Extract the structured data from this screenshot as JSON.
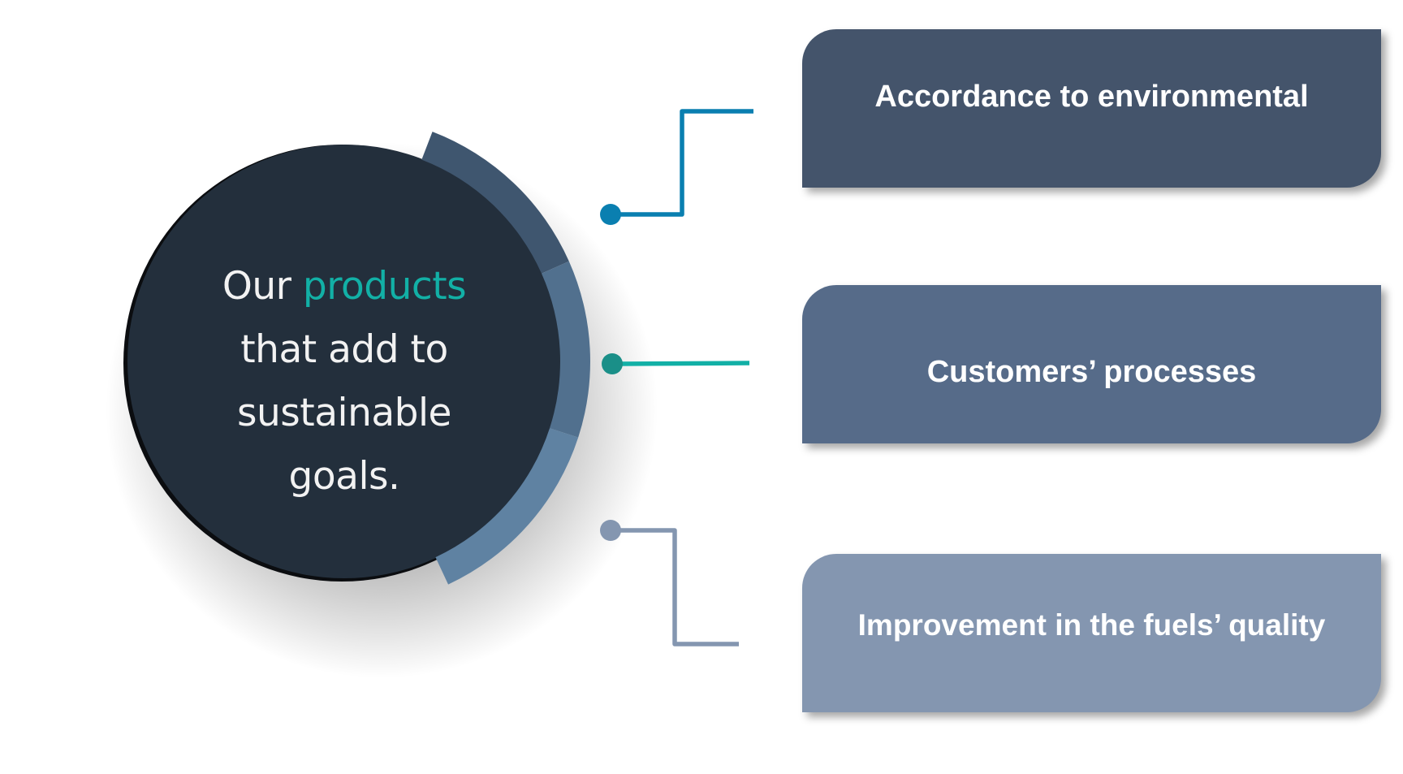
{
  "center": {
    "line1_prefix": "Our",
    "line1_accent": "products",
    "line2": "that add to",
    "line3": "sustainable",
    "line4": "goals."
  },
  "items": [
    {
      "label": "Accordance to environmental",
      "color": "#44546b",
      "connector_color": "#0a7fb0"
    },
    {
      "label": "Customers’ processes",
      "color": "#566b89",
      "connector_color": "#12b0a6",
      "dot_color": "#1a8f88"
    },
    {
      "label": "Improvement in the fuels’ quality",
      "color": "#8496b0",
      "connector_color": "#8496b0"
    }
  ],
  "colors": {
    "circle": "#232f3c",
    "accent_text": "#12b0a6",
    "arc_segments": [
      "#3f566f",
      "#51708e",
      "#5f82a2"
    ]
  }
}
